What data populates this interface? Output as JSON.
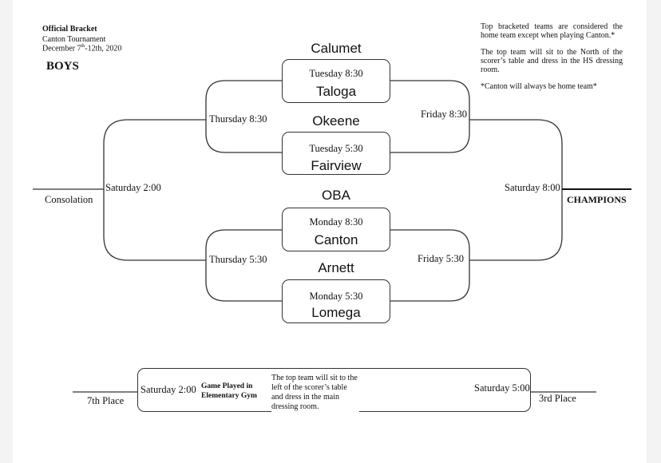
{
  "header": {
    "title": "Official Bracket",
    "tournament": "Canton Tournament",
    "dates_pre": "December 7",
    "dates_sup": "th",
    "dates_post": "-12th, 2020",
    "division": "BOYS"
  },
  "notes": [
    "Top bracketed teams are considered the home team except when playing Canton.*",
    "The top team will sit to the North of the scorer’s table and dress in the HS dressing room.",
    "*Canton will always be home team*"
  ],
  "games": [
    {
      "top": "Calumet",
      "time": "Tuesday 8:30",
      "bottom": "Taloga"
    },
    {
      "top": "Okeene",
      "time": "Tuesday 5:30",
      "bottom": "Fairview"
    },
    {
      "top": "OBA",
      "time": "Monday 8:30",
      "bottom": "Canton"
    },
    {
      "top": "Arnett",
      "time": "Monday 5:30",
      "bottom": "Lomega"
    }
  ],
  "left_bracket": {
    "semi_top": "Thursday 8:30",
    "semi_bottom": "Thursday 5:30",
    "final": "Saturday 2:00",
    "result": "Consolation"
  },
  "right_bracket": {
    "semi_top": "Friday 8:30",
    "semi_bottom": "Friday 5:30",
    "final": "Saturday 8:00",
    "result": "CHAMPIONS"
  },
  "placement": {
    "left_label": "7th Place",
    "left_time": "Saturday 2:00",
    "venue": "Game Played in Elementary Gym",
    "note": "The top team will sit to the left of the scorer’s table and dress in the main dressing room.",
    "right_time": "Saturday 5:00",
    "right_label": "3rd Place"
  }
}
